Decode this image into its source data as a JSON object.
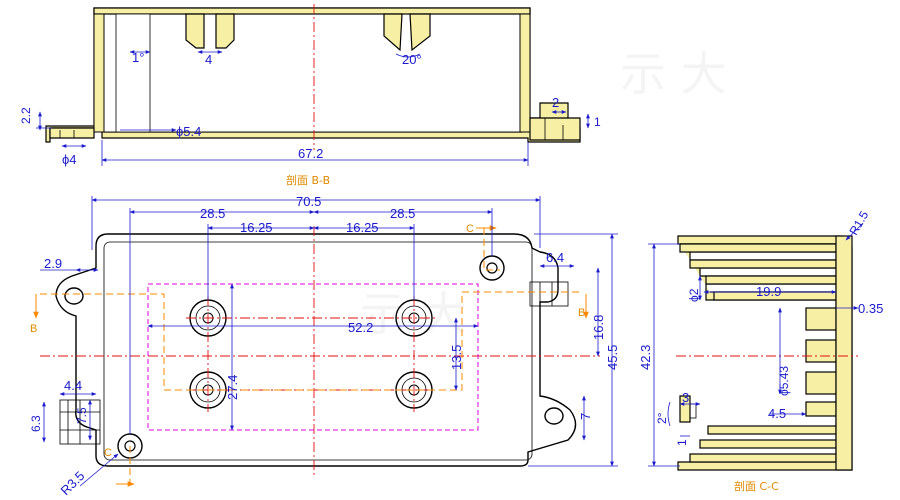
{
  "sections": {
    "bb_title": "剖面 B-B",
    "cc_title": "剖面 C-C",
    "watermark": "示 大"
  },
  "section_bb": {
    "d_1deg": "1°",
    "d_4": "4",
    "d_20deg": "20°",
    "d_2_2": "2.2",
    "d_phi4": "ϕ4",
    "d_phi5_4": "ϕ5.4",
    "d_67_2": "67.2",
    "d_2": "2",
    "d_1": "1"
  },
  "top_view": {
    "d_70_5": "70.5",
    "d_28_5_left": "28.5",
    "d_28_5_right": "28.5",
    "d_16_25_left": "16.25",
    "d_16_25_right": "16.25",
    "d_2_9": "2.9",
    "d_6_4": "6.4",
    "d_16_8": "16.8",
    "d_45_5": "45.5",
    "d_52_2": "52.2",
    "d_13_5": "13.5",
    "d_27_4": "27.4",
    "d_4_4": "4.4",
    "d_6_3": "6.3",
    "d_7_5": "7.5",
    "d_7": "7",
    "d_r3_5": "R3.5",
    "label_c_top": "C",
    "label_c_bottom": "C",
    "label_b_left": "B",
    "label_b_right": "B"
  },
  "section_cc": {
    "d_r1_5": "R1.5",
    "d_42_3": "42.3",
    "d_phi2": "ϕ2",
    "d_19_9": "19.9",
    "d_0_35": "0.35",
    "d_phi5_43": "ϕ5.43",
    "d_4_5": "4.5",
    "d_3": "3",
    "d_2deg": "2°",
    "d_1": "1"
  }
}
